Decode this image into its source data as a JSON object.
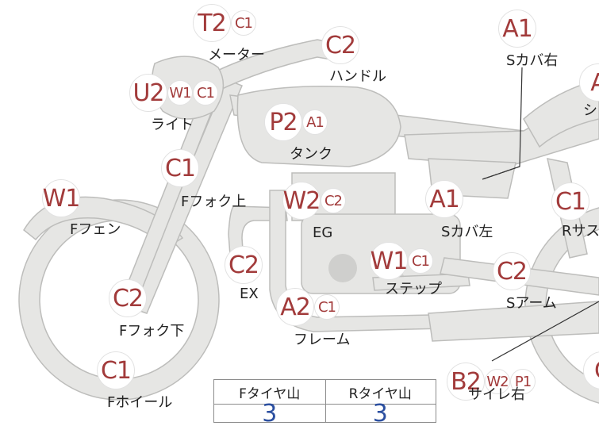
{
  "parts": [
    {
      "id": "meter",
      "label": "メーター",
      "badges": [
        "T2",
        "C1"
      ]
    },
    {
      "id": "handle",
      "label": "ハンドル",
      "badges": [
        "C2"
      ]
    },
    {
      "id": "s-cover-right",
      "label": "Sカバ右",
      "badges": [
        "A1"
      ]
    },
    {
      "id": "seat",
      "label": "シ",
      "badges": [
        "A"
      ]
    },
    {
      "id": "light",
      "label": "ライト",
      "badges": [
        "U2",
        "W1",
        "C1"
      ]
    },
    {
      "id": "tank",
      "label": "タンク",
      "badges": [
        "P2",
        "A1"
      ]
    },
    {
      "id": "f-fork-upper",
      "label": "Fフォク上",
      "badges": [
        "C1"
      ]
    },
    {
      "id": "f-fender",
      "label": "Fフェン",
      "badges": [
        "W1"
      ]
    },
    {
      "id": "engine",
      "label": "EG",
      "badges": [
        "W2",
        "C2"
      ]
    },
    {
      "id": "s-cover-left",
      "label": "Sカバ左",
      "badges": [
        "A1"
      ]
    },
    {
      "id": "r-suspension",
      "label": "Rサス",
      "badges": [
        "C1"
      ]
    },
    {
      "id": "exhaust",
      "label": "EX",
      "badges": [
        "C2"
      ]
    },
    {
      "id": "step",
      "label": "ステップ",
      "badges": [
        "W1",
        "C1"
      ]
    },
    {
      "id": "f-fork-lower",
      "label": "Fフォク下",
      "badges": [
        "C2"
      ]
    },
    {
      "id": "s-arm",
      "label": "Sアーム",
      "badges": [
        "C2"
      ]
    },
    {
      "id": "frame",
      "label": "フレーム",
      "badges": [
        "A2",
        "C1"
      ]
    },
    {
      "id": "f-wheel",
      "label": "Fホイール",
      "badges": [
        "C1"
      ]
    },
    {
      "id": "silencer-right",
      "label": "サイレ右",
      "badges": [
        "B2",
        "W2",
        "P1"
      ]
    },
    {
      "id": "r-wheel",
      "label": "",
      "badges": [
        "C"
      ]
    }
  ],
  "tire_table": {
    "headers": [
      "Fタイヤ山",
      "Rタイヤ山"
    ],
    "values": [
      "3",
      "3"
    ]
  }
}
